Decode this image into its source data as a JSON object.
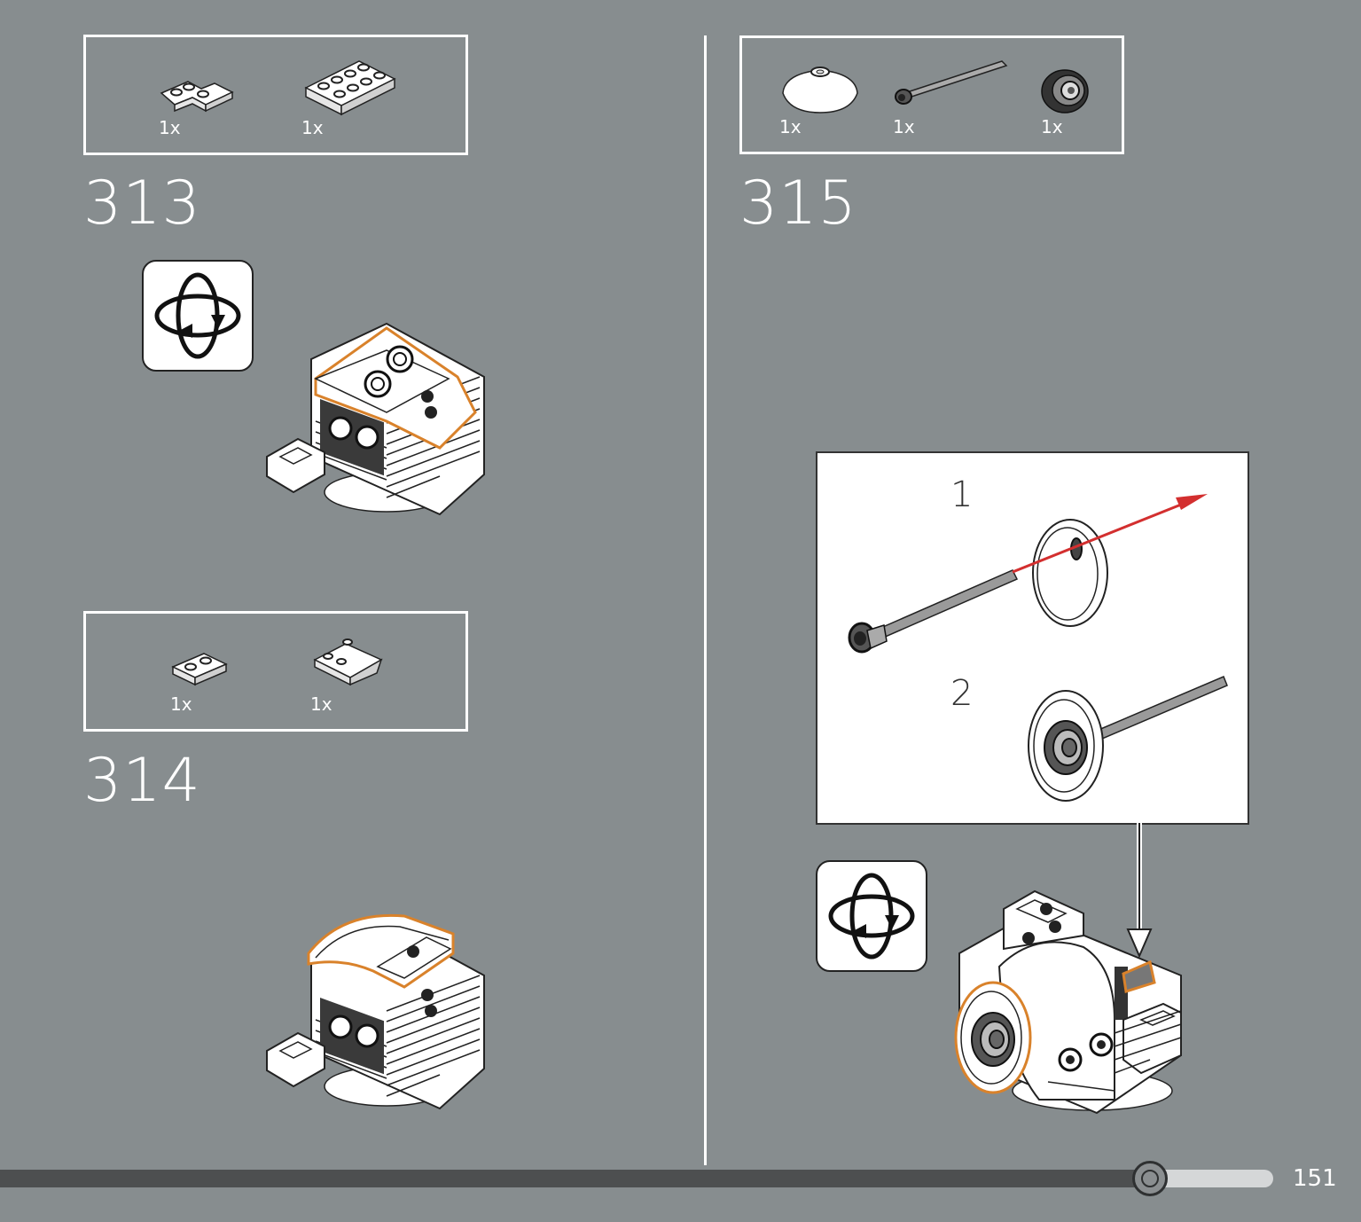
{
  "steps": [
    {
      "number": "313",
      "parts": [
        {
          "qty": "1x",
          "part": "corner-plate-icon"
        },
        {
          "qty": "1x",
          "part": "plate-2x4-icon"
        }
      ]
    },
    {
      "number": "314",
      "parts": [
        {
          "qty": "1x",
          "part": "plate-1x2-icon"
        },
        {
          "qty": "1x",
          "part": "inverted-slope-icon"
        }
      ]
    },
    {
      "number": "315",
      "parts": [
        {
          "qty": "1x",
          "part": "dish-icon"
        },
        {
          "qty": "1x",
          "part": "axle-icon"
        },
        {
          "qty": "1x",
          "part": "bush-icon"
        }
      ],
      "sub_steps": [
        "1",
        "2"
      ]
    }
  ],
  "progress": {
    "fraction": 0.9
  },
  "page_number": "151",
  "colors": {
    "background": "#878d8f",
    "highlight": "#d9822b",
    "arrow": "#d32f2f",
    "progress_fill": "#4d4f50",
    "progress_rest": "#d5d7d8"
  }
}
